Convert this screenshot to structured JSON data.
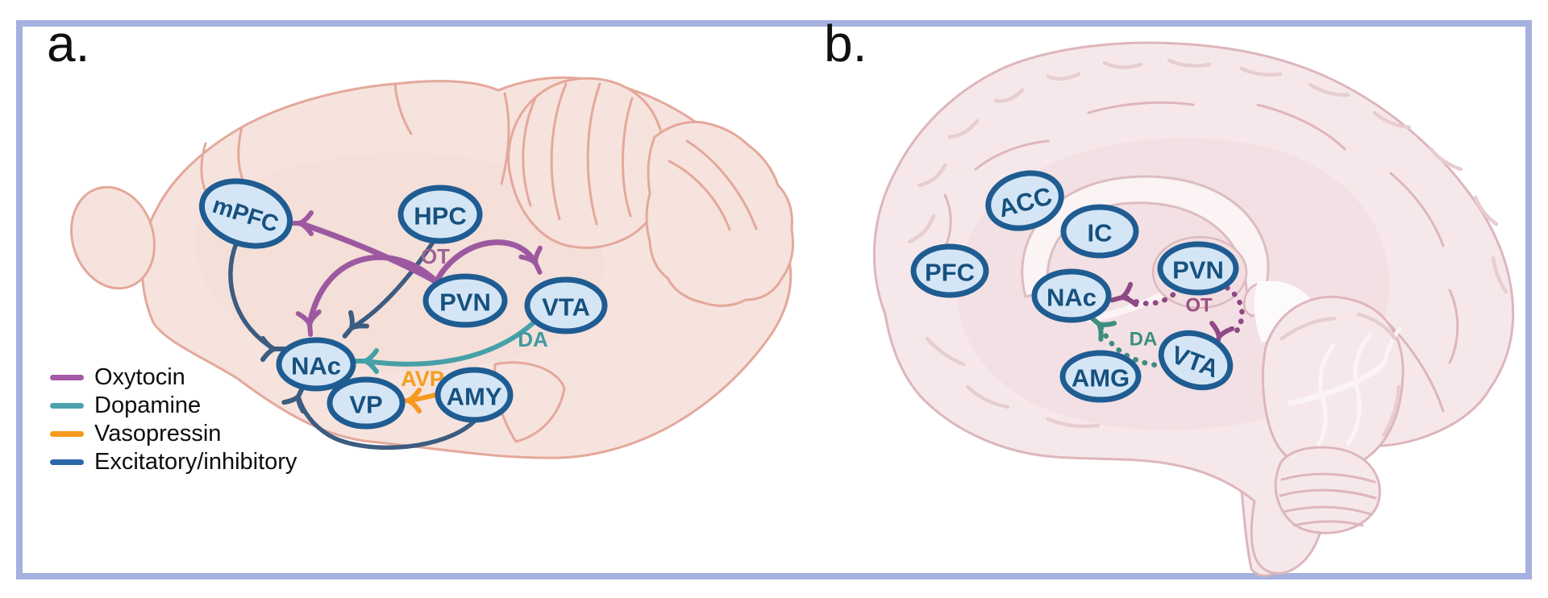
{
  "figure": {
    "kind": "brain-circuit-diagram",
    "panels": [
      {
        "id": "a",
        "label": "a.",
        "species": "rodent sagittal brain",
        "nodes": [
          {
            "id": "mPFC",
            "label": "mPFC"
          },
          {
            "id": "HPC",
            "label": "HPC"
          },
          {
            "id": "PVN",
            "label": "PVN"
          },
          {
            "id": "VTA",
            "label": "VTA"
          },
          {
            "id": "NAc",
            "label": "NAc"
          },
          {
            "id": "VP",
            "label": "VP"
          },
          {
            "id": "AMY",
            "label": "AMY"
          }
        ],
        "pathway_labels": [
          {
            "id": "OT",
            "text": "OT"
          },
          {
            "id": "DA",
            "text": "DA"
          },
          {
            "id": "AVP",
            "text": "AVP"
          }
        ],
        "connections": [
          {
            "from": "PVN",
            "to": "mPFC",
            "type": "oxytocin",
            "style": "solid"
          },
          {
            "from": "PVN",
            "to": "NAc",
            "type": "oxytocin",
            "style": "solid"
          },
          {
            "from": "PVN",
            "to": "VTA",
            "type": "oxytocin",
            "style": "solid"
          },
          {
            "from": "VTA",
            "to": "NAc",
            "type": "dopamine",
            "style": "solid"
          },
          {
            "from": "AMY",
            "to": "VP",
            "type": "vasopressin",
            "style": "solid"
          },
          {
            "from": "mPFC",
            "to": "NAc",
            "type": "excitatory/inhibitory",
            "style": "solid"
          },
          {
            "from": "HPC",
            "to": "NAc",
            "type": "excitatory/inhibitory",
            "style": "solid"
          },
          {
            "from": "AMY",
            "to": "NAc",
            "type": "excitatory/inhibitory",
            "style": "solid"
          }
        ]
      },
      {
        "id": "b",
        "label": "b.",
        "species": "human sagittal brain",
        "nodes": [
          {
            "id": "ACC",
            "label": "ACC"
          },
          {
            "id": "IC",
            "label": "IC"
          },
          {
            "id": "PFC",
            "label": "PFC"
          },
          {
            "id": "NAc",
            "label": "NAc"
          },
          {
            "id": "PVN",
            "label": "PVN"
          },
          {
            "id": "AMG",
            "label": "AMG"
          },
          {
            "id": "VTA",
            "label": "VTA"
          }
        ],
        "pathway_labels": [
          {
            "id": "OT",
            "text": "OT"
          },
          {
            "id": "DA",
            "text": "DA"
          }
        ],
        "connections": [
          {
            "from": "PVN",
            "to": "NAc",
            "type": "oxytocin",
            "style": "dotted"
          },
          {
            "from": "PVN",
            "to": "VTA",
            "type": "oxytocin",
            "style": "dotted"
          },
          {
            "from": "VTA",
            "to": "NAc",
            "type": "dopamine",
            "style": "dotted"
          }
        ]
      }
    ],
    "legend": {
      "items": [
        {
          "label": "Oxytocin",
          "color": "#a45aa5"
        },
        {
          "label": "Dopamine",
          "color": "#4ba4ad"
        },
        {
          "label": "Vasopressin",
          "color": "#f6991d"
        },
        {
          "label": "Excitatory/inhibitory",
          "color": "#2c67ab"
        }
      ]
    },
    "colors": {
      "frame_border": "#a5b1df",
      "node_fill": "#d4e6f6",
      "node_border": "#1f5c92",
      "node_text": "#17517f",
      "oxytocin_line": "#9c59a0",
      "dopamine_line": "#45a0a8",
      "vasopressin_line": "#f6991d",
      "excitatory_line": "#3c5c80",
      "oxytocin_dotted": "#8d4a84",
      "dopamine_dotted": "#3f8d80",
      "ot_label_a": "#9c6292",
      "da_label_a": "#3f9aa0",
      "avp_label_a": "#f59d1e",
      "ot_label_b": "#9b4f80",
      "da_label_b": "#3e8e7e",
      "rodent_brain_fill": "#f6e3dd",
      "rodent_brain_outline": "#e4a89b",
      "human_brain_fill": "#f6e8ea",
      "human_brain_outline": "#ddb6bc"
    }
  }
}
